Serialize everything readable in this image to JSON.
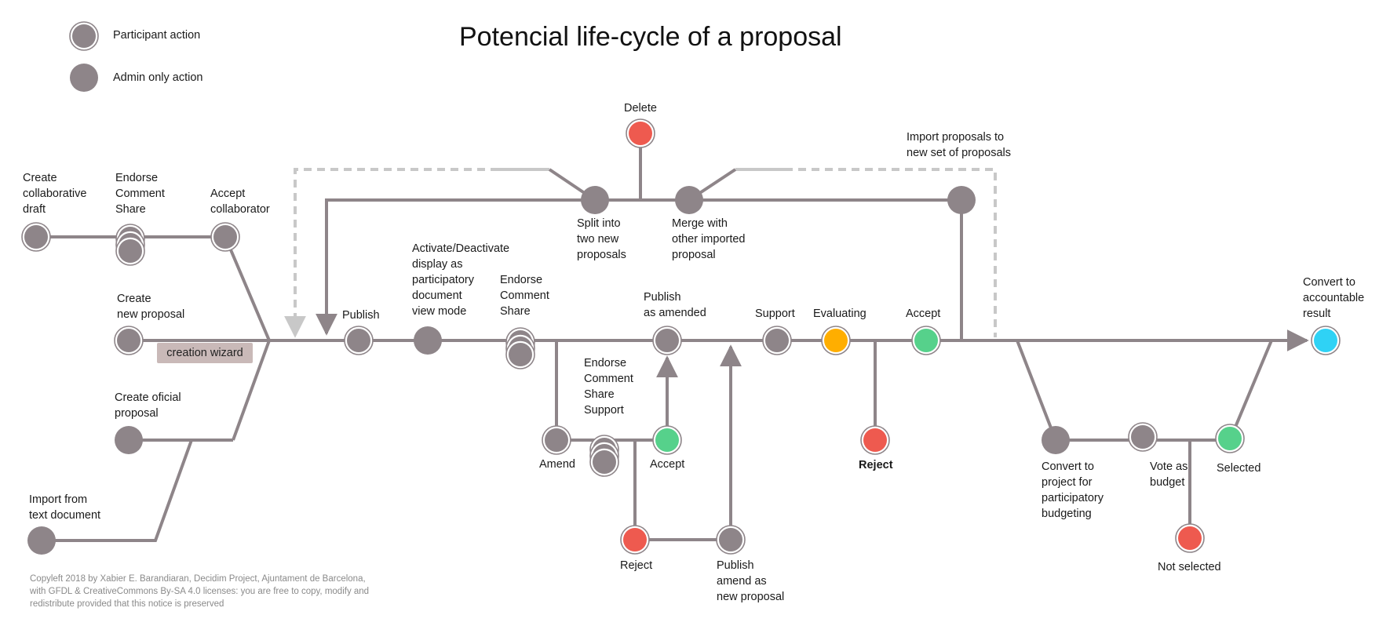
{
  "title": "Potencial life-cycle of a proposal",
  "legend": {
    "participant": "Participant action",
    "admin": "Admin only action"
  },
  "colors": {
    "line": "#8e8589",
    "node": "#8e8589",
    "dashed": "#c8c8c8",
    "red": "#ee5a4f",
    "green": "#56d18b",
    "orange": "#ffae00",
    "cyan": "#2fd2f5",
    "wizard_bg": "#c9b9b8"
  },
  "labels": {
    "create_collab": "Create\ncollaborative\ndraft",
    "endorse_top": "Endorse\nComment\nShare",
    "accept_collab": "Accept\ncollaborator",
    "create_new": "Create\nnew proposal",
    "creation_wizard": "creation wizard",
    "create_official": "Create oficial\nproposal",
    "import_text": "Import from\ntext document",
    "publish": "Publish",
    "activate": "Activate/Deactivate\ndisplay as\nparticipatory\ndocument\nview mode",
    "endorse_main": "Endorse\nComment\nShare",
    "split": "Split into\ntwo new\nproposals",
    "delete": "Delete",
    "merge": "Merge with\nother imported\nproposal",
    "import_proposals": "Import proposals to\nnew set of proposals",
    "publish_amended": "Publish\nas amended",
    "support": "Support",
    "evaluating": "Evaluating",
    "accept_main": "Accept",
    "convert_result": "Convert to\naccountable\nresult",
    "endorse_amend": "Endorse\nComment\nShare\nSupport",
    "amend": "Amend",
    "accept_amend": "Accept",
    "reject_main": "Reject",
    "reject_amend": "Reject",
    "publish_new": "Publish\namend as\nnew proposal",
    "convert_project": "Convert to\nproject for\nparticipatory\nbudgeting",
    "vote_budget": "Vote as\nbudget",
    "selected": "Selected",
    "not_selected": "Not selected"
  },
  "footer": "Copyleft 2018 by Xabier E. Barandiaran, Decidim Project, Ajuntament de Barcelona,\nwith GFDL & CreativeCommons By-SA 4.0 licenses: you are free to copy, modify and\nredistribute provided that this notice is preserved"
}
